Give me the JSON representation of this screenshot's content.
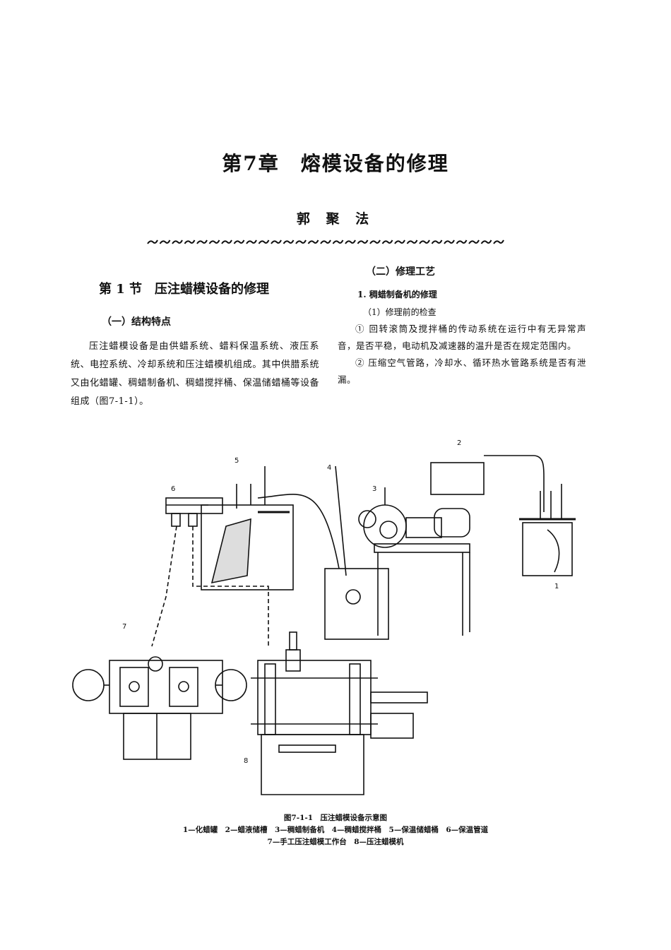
{
  "chapter_title": "第7章　熔模设备的修理",
  "author": "郭 聚 法",
  "left": {
    "section_heading": "第 1 节　压注蜡模设备的修理",
    "sub_heading": "（一）结构特点",
    "paragraph": "压注蜡模设备是由供蜡系统、蜡料保温系统、液压系统、电控系统、冷却系统和压注蜡模机组成。其中供腊系统又由化蜡罐、稠蜡制备机、稠蜡搅拌桶、保温储蜡桶等设备组成（图7-1-1）。"
  },
  "right": {
    "heading": "（二）修理工艺",
    "step": "1. 稠蜡制备机的修理",
    "substep": "（1）修理前的检查",
    "item1": "① 回转滚筒及搅拌桶的传动系统在运行中有无异常声音，是否平稳，电动机及减速器的温升是否在规定范围内。",
    "item2": "② 压缩空气管路，冷却水、循环热水管路系统是否有泄漏。"
  },
  "figure": {
    "labels": {
      "n1": "1",
      "n2": "2",
      "n3": "3",
      "n4": "4",
      "n5": "5",
      "n6": "6",
      "n7": "7",
      "n8": "8"
    }
  },
  "caption": {
    "title": "图7-1-1　压注蜡模设备示意图",
    "line1": "1—化蜡罐　2—蜡液储槽　3—稠蜡制备机　4—稠蜡搅拌桶　5—保温储蜡桶　6—保温管道",
    "line2": "7—手工压注蜡模工作台　8—压注蜡模机"
  }
}
